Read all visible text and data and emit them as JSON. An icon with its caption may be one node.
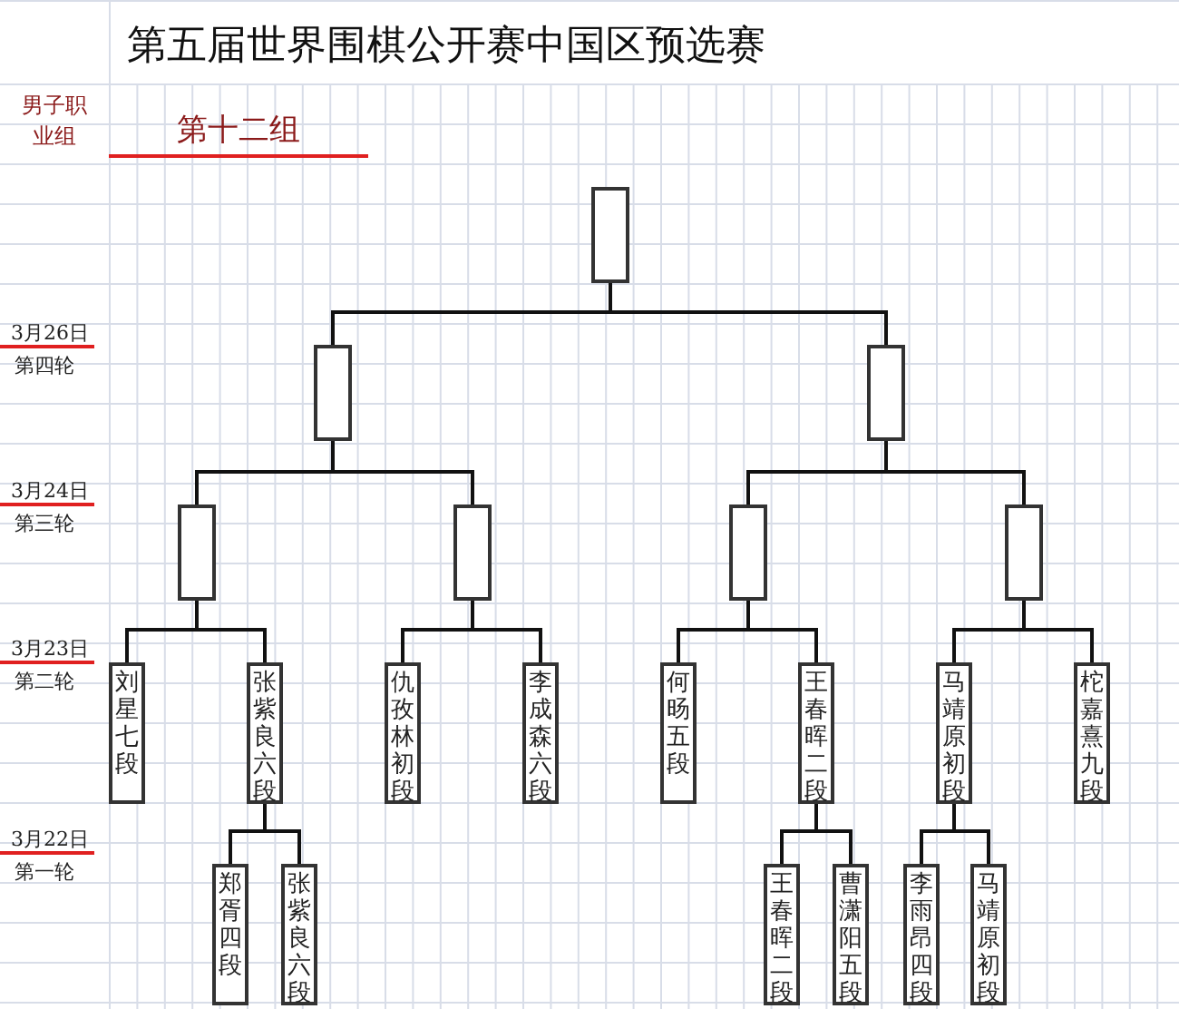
{
  "diagram": {
    "title": "第五届世界围棋公开赛中国区预选赛",
    "nodes": [
      {
        "text": [],
        "shape": "box"
      },
      {
        "text": [],
        "shape": "box"
      },
      {
        "text": [],
        "shape": "box"
      },
      {
        "text": [],
        "shape": "box"
      },
      {
        "text": [],
        "shape": "box"
      },
      {
        "text": [],
        "shape": "box"
      },
      {
        "text": [],
        "shape": "box"
      },
      {
        "text": [
          "刘星七段"
        ]
      },
      {
        "text": [
          "张紫良六段"
        ]
      },
      {
        "text": [
          "仇孜林初段"
        ]
      },
      {
        "text": [
          "李成森六段"
        ]
      },
      {
        "text": [
          "何旸五段"
        ]
      },
      {
        "text": [
          "王春晖二段"
        ]
      },
      {
        "text": [
          "马靖原初段"
        ]
      },
      {
        "text": [
          "柁嘉熹九段"
        ]
      },
      {
        "text": [
          "郑胥四段"
        ]
      },
      {
        "text": [
          "张紫良六段"
        ]
      },
      {
        "text": [
          "王春晖二段"
        ]
      },
      {
        "text": [
          "曹潇阳五段"
        ]
      },
      {
        "text": [
          "李雨昂四段"
        ]
      },
      {
        "text": [
          "马靖原初段"
        ]
      }
    ],
    "edges": [
      {
        "from": 0,
        "to": 1,
        "arrow": "none"
      },
      {
        "from": 0,
        "to": 2,
        "arrow": "none"
      },
      {
        "from": 1,
        "to": 3,
        "arrow": "none"
      },
      {
        "from": 1,
        "to": 4,
        "arrow": "none"
      },
      {
        "from": 2,
        "to": 5,
        "arrow": "none"
      },
      {
        "from": 2,
        "to": 6,
        "arrow": "none"
      },
      {
        "from": 3,
        "to": 7,
        "arrow": "none"
      },
      {
        "from": 3,
        "to": 8,
        "arrow": "none"
      },
      {
        "from": 4,
        "to": 9,
        "arrow": "none"
      },
      {
        "from": 4,
        "to": 10,
        "arrow": "none"
      },
      {
        "from": 5,
        "to": 11,
        "arrow": "none"
      },
      {
        "from": 5,
        "to": 12,
        "arrow": "none"
      },
      {
        "from": 6,
        "to": 13,
        "arrow": "none"
      },
      {
        "from": 6,
        "to": 14,
        "arrow": "none"
      },
      {
        "from": 8,
        "to": 15,
        "arrow": "none"
      },
      {
        "from": 8,
        "to": 16,
        "arrow": "none"
      },
      {
        "from": 12,
        "to": 17,
        "arrow": "none"
      },
      {
        "from": 12,
        "to": 18,
        "arrow": "none"
      },
      {
        "from": 13,
        "to": 19,
        "arrow": "none"
      },
      {
        "from": 13,
        "to": 20,
        "arrow": "none"
      }
    ],
    "labels": [
      "男子职业组",
      "第十二组",
      "3月26日",
      "第四轮",
      "3月24日",
      "第三轮",
      "3月23日",
      "第二轮",
      "3月22日",
      "第一轮"
    ]
  }
}
